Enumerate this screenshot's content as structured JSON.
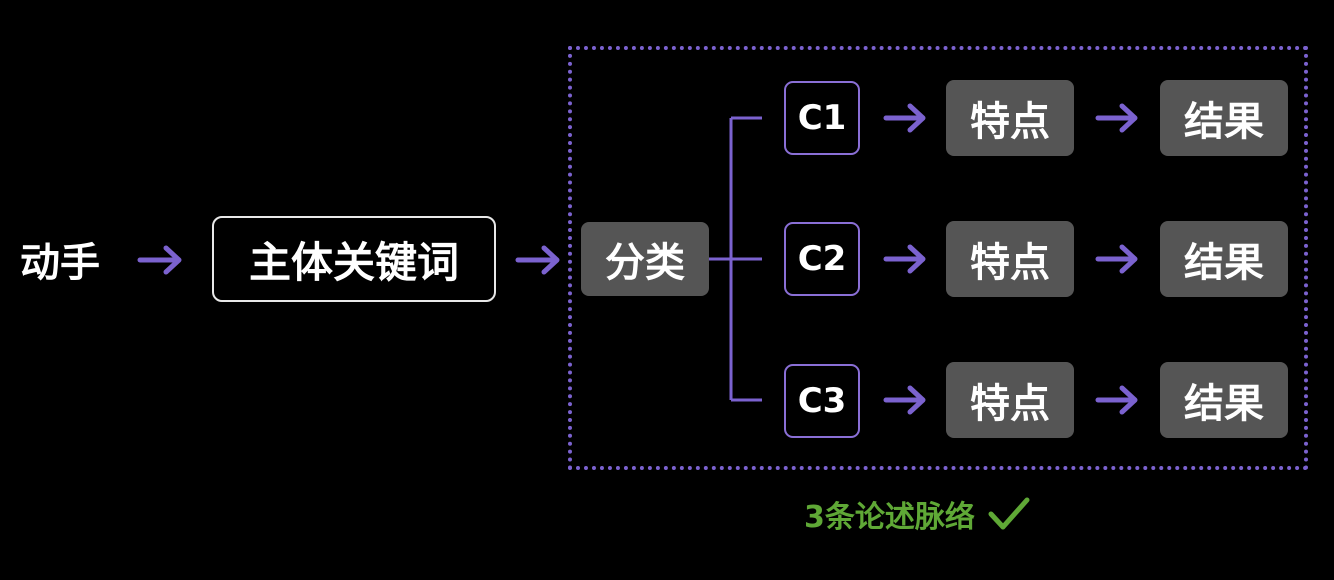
{
  "diagram": {
    "start_label": "动手",
    "keyword_label": "主体关键词",
    "classify_label": "分类",
    "branches": [
      {
        "category": "C1",
        "feature": "特点",
        "result": "结果"
      },
      {
        "category": "C2",
        "feature": "特点",
        "result": "结果"
      },
      {
        "category": "C3",
        "feature": "特点",
        "result": "结果"
      }
    ],
    "caption": "3条论述脉络",
    "caption_icon": "checkmark-icon"
  },
  "colors": {
    "background": "#000000",
    "accent_purple": "#7b62cf",
    "node_gray": "#555555",
    "caption_green": "#5fa836",
    "text": "#ffffff"
  }
}
